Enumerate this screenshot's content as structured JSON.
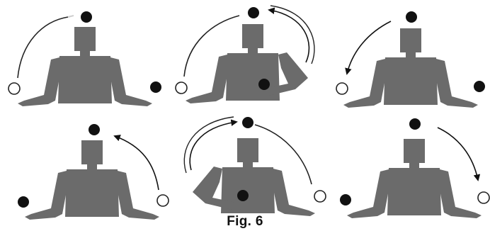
{
  "figure": {
    "caption": "Fig. 6",
    "colors": {
      "figure": "#6b6b6b",
      "ball_filled": "#111111",
      "ball_open_fill": "#ffffff",
      "ball_open_stroke": "#222222",
      "arrow": "#111111",
      "trace": "#888888"
    },
    "panels": [
      {
        "name": "panel-1",
        "row": 1,
        "col": 1,
        "description_icons": [
          "ball-filled-top",
          "ball-open-left-hand",
          "ball-filled-right-hand",
          "faded-arc-trace"
        ]
      },
      {
        "name": "panel-2",
        "row": 1,
        "col": 2,
        "description_icons": [
          "ball-filled-top",
          "ball-open-left-hand",
          "ball-filled-at-chest",
          "arrow-up-over"
        ]
      },
      {
        "name": "panel-3",
        "row": 1,
        "col": 3,
        "description_icons": [
          "ball-filled-top",
          "ball-open-left-hand",
          "ball-filled-right-hand",
          "arrow-down-left"
        ]
      },
      {
        "name": "panel-4",
        "row": 2,
        "col": 1,
        "description_icons": [
          "ball-filled-top",
          "ball-filled-left-hand",
          "ball-open-right-hand",
          "arrow-up-left"
        ]
      },
      {
        "name": "panel-5",
        "row": 2,
        "col": 2,
        "description_icons": [
          "ball-filled-top",
          "ball-filled-at-chest",
          "ball-open-right-hand",
          "arrow-up-over"
        ]
      },
      {
        "name": "panel-6",
        "row": 2,
        "col": 3,
        "description_icons": [
          "ball-filled-top",
          "ball-filled-left-hand",
          "ball-open-right-hand",
          "arrow-down-right"
        ]
      }
    ]
  }
}
